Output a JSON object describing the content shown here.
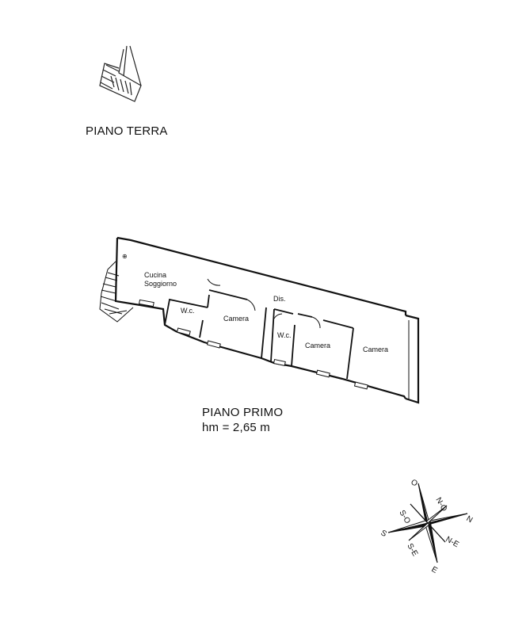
{
  "ground_floor": {
    "title": "PIANO TERRA"
  },
  "first_floor": {
    "title": "PIANO PRIMO",
    "height_note": "hm = 2,65 m",
    "rooms": {
      "kitchen_line1": "Cucina",
      "kitchen_line2": "Soggiorno",
      "wc_1": "W.c.",
      "camera_1": "Camera",
      "dis": "Dis.",
      "wc_2": "W.c.",
      "camera_2": "Camera",
      "camera_3": "Camera"
    }
  },
  "compass": {
    "n": "N",
    "ne": "N-E",
    "e": "E",
    "se": "S-E",
    "s": "S",
    "so": "S-O",
    "o": "O",
    "no": "N-O"
  }
}
